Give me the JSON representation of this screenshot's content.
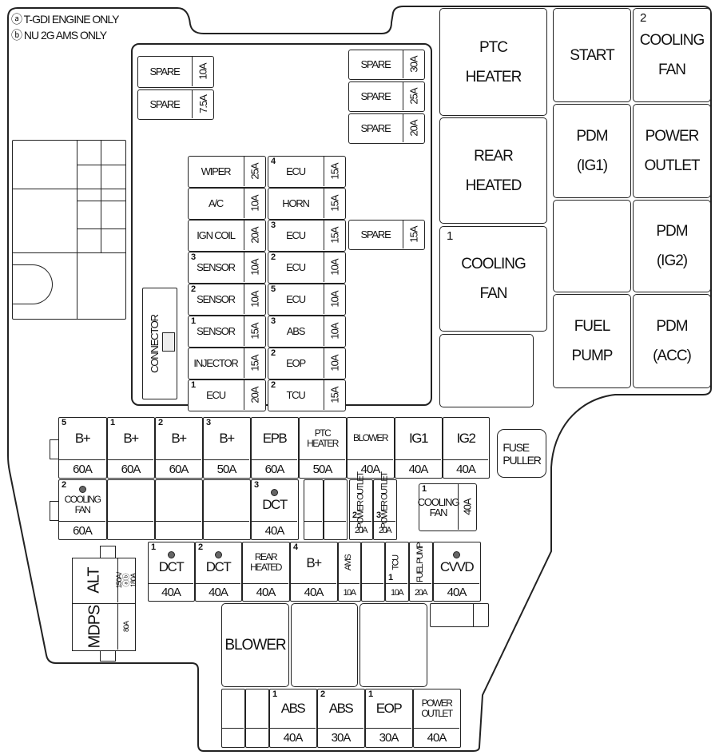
{
  "legend": [
    "ⓐ T-GDI ENGINE ONLY",
    "ⓑ NU 2G AMS ONLY"
  ],
  "connector_label": "CONNECTOR",
  "fuse_puller": "FUSE\nPULLER",
  "relays": [
    {
      "label": "PTC\nHEATER",
      "sup": ""
    },
    {
      "label": "REAR\nHEATED",
      "sup": ""
    },
    {
      "label": "COOLING\nFAN",
      "sup": "1"
    },
    {
      "label": "",
      "sup": ""
    },
    {
      "label": "START",
      "sup": ""
    },
    {
      "label": "PDM\n(IG1)",
      "sup": ""
    },
    {
      "label": "",
      "sup": ""
    },
    {
      "label": "FUEL\nPUMP",
      "sup": ""
    },
    {
      "label": "COOLING\nFAN",
      "sup": "2"
    },
    {
      "label": "POWER\nOUTLET",
      "sup": ""
    },
    {
      "label": "PDM\n(IG2)",
      "sup": ""
    },
    {
      "label": "PDM\n(ACC)",
      "sup": ""
    },
    {
      "label": "BLOWER",
      "sup": ""
    },
    {
      "label": "",
      "sup": ""
    },
    {
      "label": "",
      "sup": ""
    }
  ],
  "mini_fuses": [
    {
      "label": "SPARE",
      "sup": "",
      "rating": "10A"
    },
    {
      "label": "SPARE",
      "sup": "",
      "rating": "7.5A"
    },
    {
      "label": "SPARE",
      "sup": "",
      "rating": "30A"
    },
    {
      "label": "SPARE",
      "sup": "",
      "rating": "25A"
    },
    {
      "label": "SPARE",
      "sup": "",
      "rating": "20A"
    },
    {
      "label": "SPARE",
      "sup": "",
      "rating": "15A"
    },
    {
      "label": "WIPER",
      "sup": "",
      "rating": "25A"
    },
    {
      "label": "A/C",
      "sup": "",
      "rating": "10A"
    },
    {
      "label": "IGN COIL",
      "sup": "",
      "rating": "20A"
    },
    {
      "label": "SENSOR",
      "sup": "3",
      "rating": "10A"
    },
    {
      "label": "SENSOR",
      "sup": "2",
      "rating": "10A"
    },
    {
      "label": "SENSOR",
      "sup": "1",
      "rating": "15A"
    },
    {
      "label": "INJECTOR",
      "sup": "",
      "rating": "15A"
    },
    {
      "label": "ECU",
      "sup": "1",
      "rating": "20A"
    },
    {
      "label": "ECU",
      "sup": "4",
      "rating": "15A"
    },
    {
      "label": "HORN",
      "sup": "",
      "rating": "15A"
    },
    {
      "label": "ECU",
      "sup": "3",
      "rating": "15A"
    },
    {
      "label": "ECU",
      "sup": "2",
      "rating": "10A"
    },
    {
      "label": "ECU",
      "sup": "5",
      "rating": "10A"
    },
    {
      "label": "ABS",
      "sup": "3",
      "rating": "10A"
    },
    {
      "label": "EOP",
      "sup": "2",
      "rating": "10A"
    },
    {
      "label": "TCU",
      "sup": "2",
      "rating": "15A"
    },
    {
      "label": "COOLING\nFAN",
      "sup": "1",
      "rating": "40A"
    }
  ],
  "large_fuses": [
    {
      "label": "B+",
      "sup": "5",
      "rating": "60A"
    },
    {
      "label": "B+",
      "sup": "1",
      "rating": "60A"
    },
    {
      "label": "B+",
      "sup": "2",
      "rating": "60A"
    },
    {
      "label": "B+",
      "sup": "3",
      "rating": "50A"
    },
    {
      "label": "EPB",
      "sup": "",
      "rating": "60A"
    },
    {
      "label": "PTC\nHEATER",
      "sup": "",
      "rating": "50A"
    },
    {
      "label": "BLOWER",
      "sup": "",
      "rating": "40A"
    },
    {
      "label": "IG1",
      "sup": "",
      "rating": "40A"
    },
    {
      "label": "IG2",
      "sup": "",
      "rating": "40A"
    },
    {
      "label": "COOLING\nFAN",
      "sup": "2",
      "rating": "60A",
      "mark": "a"
    },
    {
      "label": "",
      "sup": "",
      "rating": ""
    },
    {
      "label": "",
      "sup": "",
      "rating": ""
    },
    {
      "label": "",
      "sup": "",
      "rating": ""
    },
    {
      "label": "DCT",
      "sup": "3",
      "rating": "40A",
      "mark": "a"
    },
    {
      "label": "",
      "sup": "",
      "rating": ""
    },
    {
      "label": "",
      "sup": "",
      "rating": ""
    },
    {
      "label": "POWER\nOUTLET",
      "sup": "2",
      "rating": "20A",
      "rot": true
    },
    {
      "label": "POWER\nOUTLET",
      "sup": "3",
      "rating": "20A",
      "rot": true
    },
    {
      "label": "DCT",
      "sup": "1",
      "rating": "40A",
      "mark": "a"
    },
    {
      "label": "DCT",
      "sup": "2",
      "rating": "40A",
      "mark": "a"
    },
    {
      "label": "REAR\nHEATED",
      "sup": "",
      "rating": "40A"
    },
    {
      "label": "B+",
      "sup": "4",
      "rating": "40A"
    },
    {
      "label": "AMS",
      "sup": "",
      "rating": "10A",
      "rot": true
    },
    {
      "label": "",
      "sup": "",
      "rating": ""
    },
    {
      "label": "TCU",
      "sup": "1",
      "rating": "10A",
      "rot": true
    },
    {
      "label": "FUEL\nPUMP",
      "sup": "",
      "rating": "20A",
      "rot": true
    },
    {
      "label": "CVVD",
      "sup": "",
      "rating": "40A",
      "mark": "a"
    },
    {
      "label": "",
      "sup": "",
      "rating": ""
    },
    {
      "label": "",
      "sup": "",
      "rating": ""
    },
    {
      "label": "ABS",
      "sup": "1",
      "rating": "40A"
    },
    {
      "label": "ABS",
      "sup": "2",
      "rating": "30A"
    },
    {
      "label": "EOP",
      "sup": "1",
      "rating": "30A"
    },
    {
      "label": "POWER\nOUTLET",
      "sup": "",
      "rating": "40A"
    }
  ],
  "alt_fuses": [
    {
      "label": "ALT",
      "rating": "150A / ⓐⓑ 180A"
    },
    {
      "label": "MDPS",
      "rating": "80A"
    }
  ]
}
